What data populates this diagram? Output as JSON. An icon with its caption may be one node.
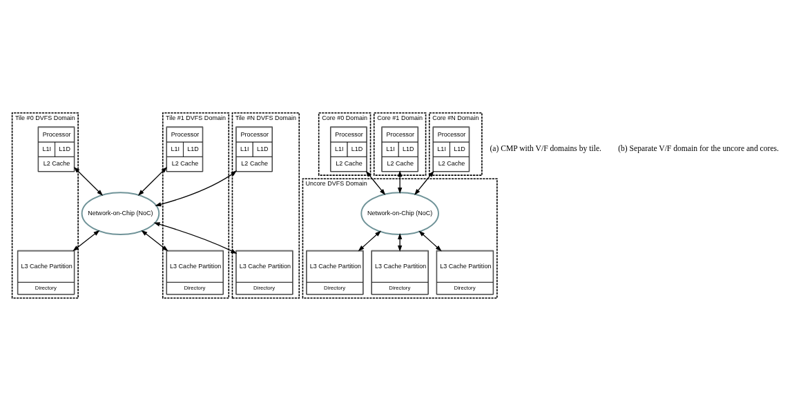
{
  "diagram": {
    "nodes": [
      {
        "text": [
          "Tile #0 DVFS Domain"
        ]
      },
      {
        "text": [
          "Processor",
          "L1I",
          "L1D",
          "L2 Cache"
        ],
        "in": 0
      },
      {
        "text": [
          "L3 Cache Partition",
          "Directory"
        ],
        "in": 0
      },
      {
        "text": [
          "Tile #1 DVFS Domain"
        ]
      },
      {
        "text": [
          "Processor",
          "L1I",
          "L1D",
          "L2 Cache"
        ],
        "in": 3
      },
      {
        "text": [
          "L3 Cache Partition",
          "Directory"
        ],
        "in": 3
      },
      {
        "text": [
          "Tile #N DVFS Domain"
        ]
      },
      {
        "text": [
          "Processor",
          "L1I",
          "L1D",
          "L2 Cache"
        ],
        "in": 6
      },
      {
        "text": [
          "L3 Cache Partition",
          "Directory"
        ],
        "in": 6
      },
      {
        "text": [
          "Network-on-Chip (NoC)"
        ]
      },
      {
        "text": [
          "Core #0 Domain"
        ]
      },
      {
        "text": [
          "Processor",
          "L1I",
          "L1D",
          "L2 Cache"
        ],
        "in": 10
      },
      {
        "text": [
          "Core #1 Domain"
        ]
      },
      {
        "text": [
          "Processor",
          "L1I",
          "L1D",
          "L2 Cache"
        ],
        "in": 12
      },
      {
        "text": [
          "Core #N Domain"
        ]
      },
      {
        "text": [
          "Processor",
          "L1I",
          "L1D",
          "L2 Cache"
        ],
        "in": 14
      },
      {
        "text": [
          "Uncore DVFS Domain"
        ]
      },
      {
        "text": [
          "Network-on-Chip (NoC)"
        ],
        "in": 16
      },
      {
        "text": [
          "L3 Cache Partition",
          "Directory"
        ],
        "in": 16
      },
      {
        "text": [
          "L3 Cache Partition",
          "Directory"
        ],
        "in": 16
      },
      {
        "text": [
          "L3 Cache Partition",
          "Directory"
        ],
        "in": 16
      }
    ],
    "edges": [
      {
        "from": 1,
        "to": 9,
        "arrow": "both"
      },
      {
        "from": 9,
        "to": 2,
        "arrow": "both"
      },
      {
        "from": 4,
        "to": 9,
        "arrow": "both"
      },
      {
        "from": 9,
        "to": 5,
        "arrow": "both"
      },
      {
        "from": 7,
        "to": 9,
        "arrow": "both"
      },
      {
        "from": 9,
        "to": 8,
        "arrow": "both"
      },
      {
        "from": 11,
        "to": 17,
        "arrow": "both"
      },
      {
        "from": 17,
        "to": 18,
        "arrow": "both"
      },
      {
        "from": 13,
        "to": 17,
        "arrow": "both"
      },
      {
        "from": 17,
        "to": 19,
        "arrow": "both"
      },
      {
        "from": 15,
        "to": 17,
        "arrow": "both"
      },
      {
        "from": 17,
        "to": 20,
        "arrow": "both"
      }
    ],
    "labels": [
      "(a) CMP with V/F domains by tile.",
      "(b) Separate V/F domain for the uncore and cores."
    ]
  }
}
